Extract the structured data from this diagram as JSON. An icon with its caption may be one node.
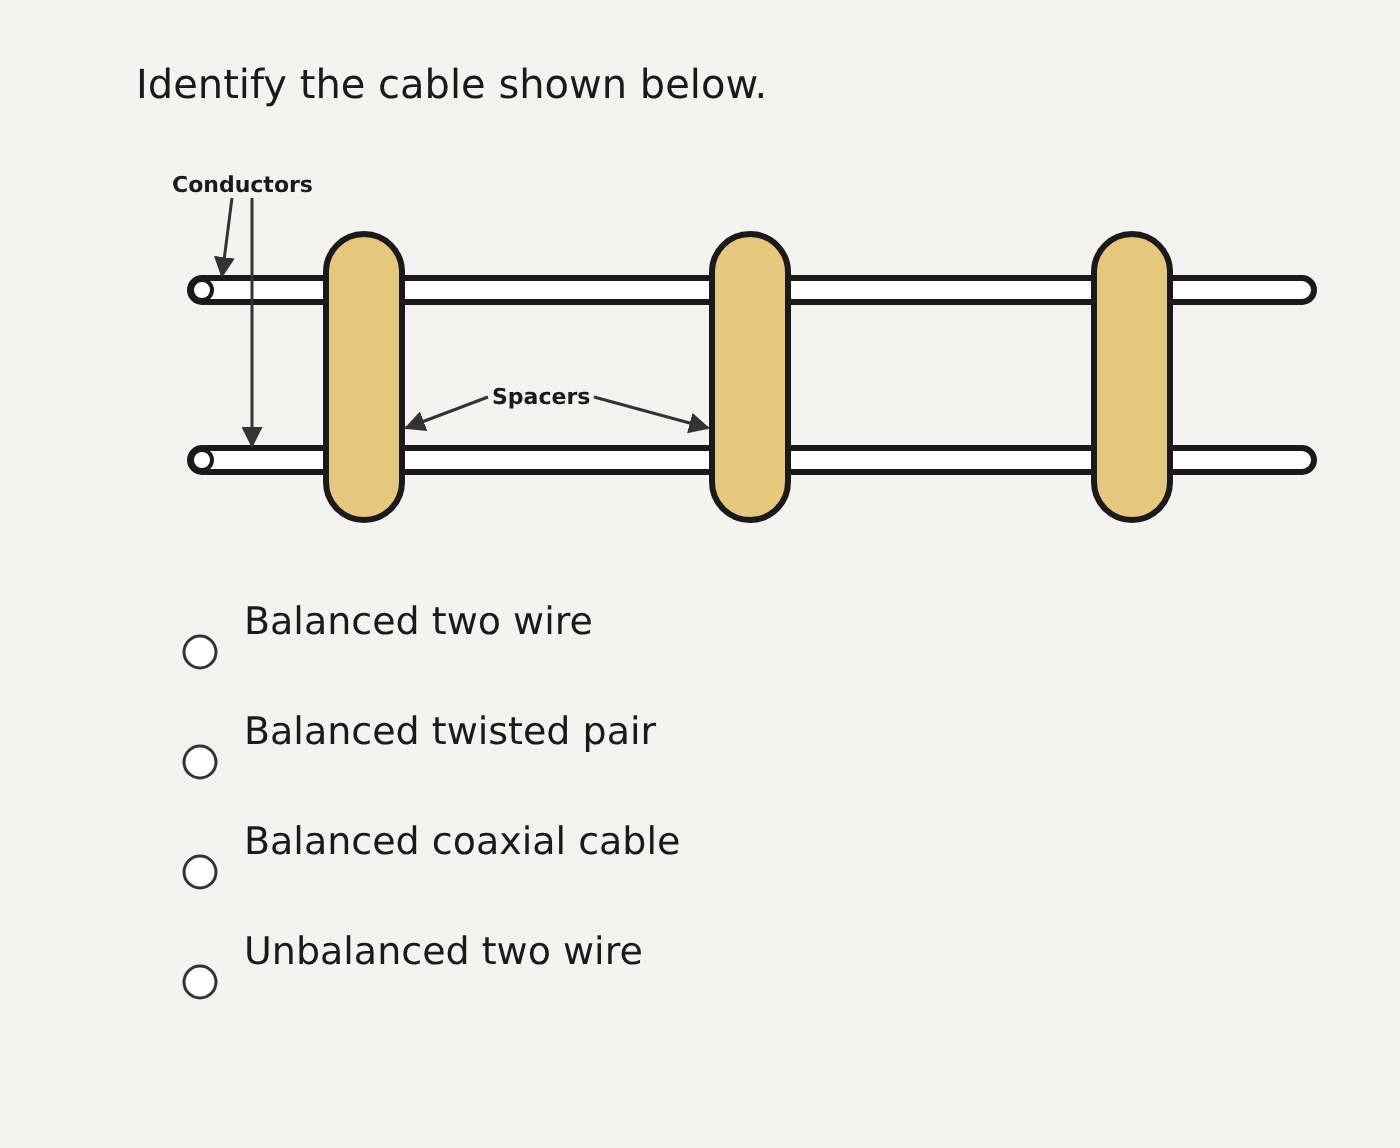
{
  "diagram": {
    "title": "Identify the cable shown below.",
    "nodes": [
      {
        "text": [
          "Conductors"
        ]
      },
      {
        "text": [],
        "shape": "bar"
      },
      {
        "text": [],
        "shape": "bar"
      },
      {
        "text": [
          "Spacers"
        ]
      },
      {
        "text": [],
        "shape": "box"
      },
      {
        "text": [],
        "shape": "box"
      },
      {
        "text": [],
        "shape": "box"
      }
    ],
    "edges": [
      {
        "from": 0,
        "to": 1,
        "arrow": "to"
      },
      {
        "from": 0,
        "to": 2,
        "arrow": "to"
      },
      {
        "from": 3,
        "to": 4,
        "arrow": "to"
      },
      {
        "from": 3,
        "to": 5,
        "arrow": "to"
      }
    ],
    "labels": [
      "Balanced two wire",
      "Balanced twisted pair",
      "Balanced coaxial cable",
      "Unbalanced two wire"
    ]
  }
}
